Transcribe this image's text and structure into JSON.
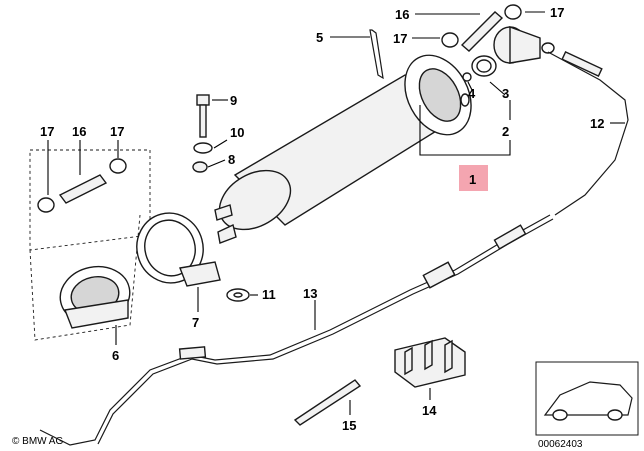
{
  "diagram": {
    "callouts": {
      "c1": "1",
      "c2": "2",
      "c3": "3",
      "c4": "4",
      "c5": "5",
      "c6": "6",
      "c7": "7",
      "c8": "8",
      "c9": "9",
      "c10": "10",
      "c11": "11",
      "c12": "12",
      "c13": "13",
      "c14": "14",
      "c15": "15",
      "c16a": "16",
      "c16b": "16",
      "c17a": "17",
      "c17b": "17",
      "c17c": "17",
      "c17d": "17"
    },
    "highlight_color": "#f4a5b0",
    "copyright": "© BMW AG",
    "image_number": "00062403"
  }
}
